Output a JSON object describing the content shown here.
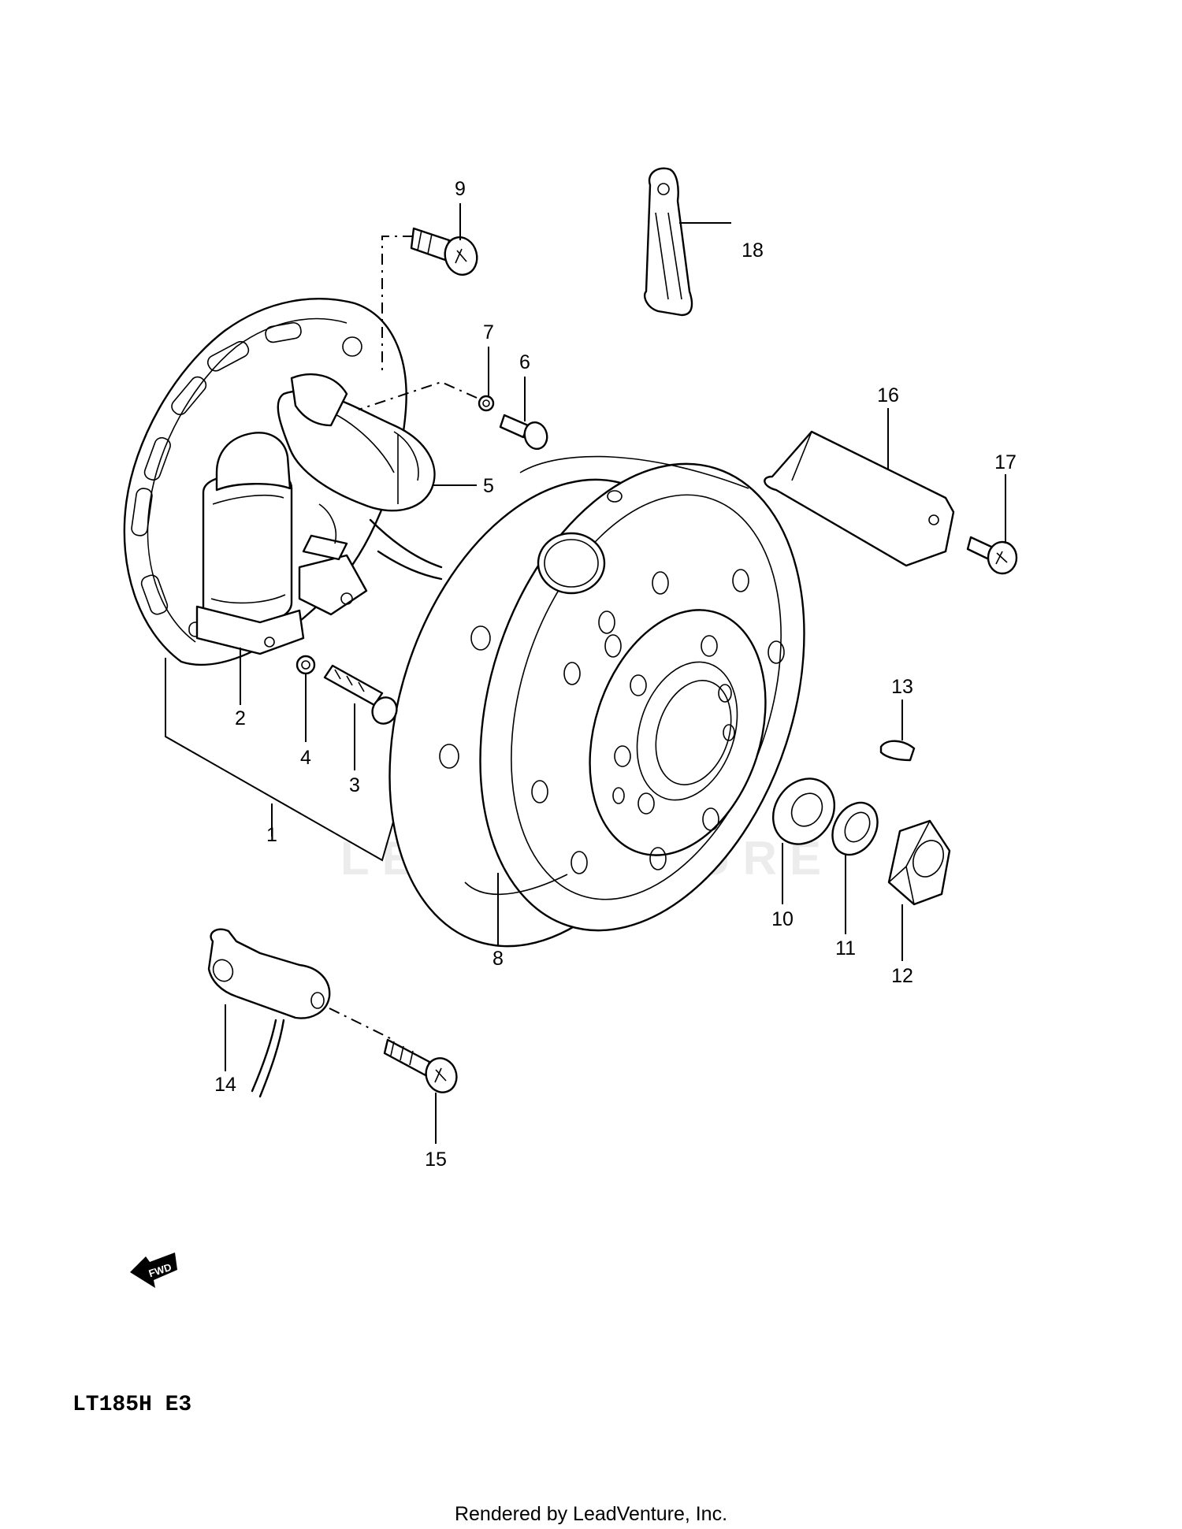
{
  "diagram": {
    "model_code": "LT185H E3",
    "footer": "Rendered by LeadVenture, Inc.",
    "watermark": "LEADVENTURE",
    "fwd_label": "FWD",
    "callouts": [
      "1",
      "2",
      "3",
      "4",
      "5",
      "6",
      "7",
      "8",
      "9",
      "10",
      "11",
      "12",
      "13",
      "14",
      "15",
      "16",
      "17",
      "18"
    ]
  }
}
